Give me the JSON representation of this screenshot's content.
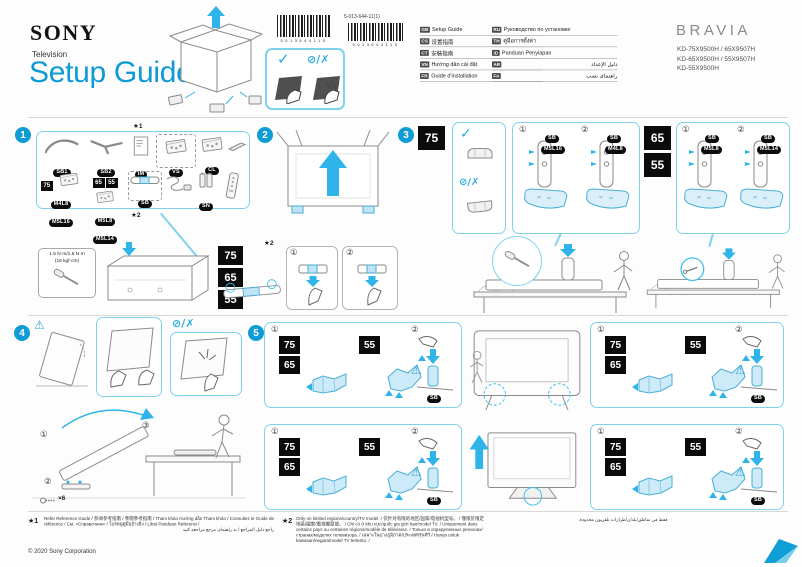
{
  "header": {
    "brand": "SONY",
    "product_type": "Television",
    "title": "Setup Guide",
    "doc_number": "5-013-644-11(1)",
    "barcode_left_digits": "5013644110",
    "barcode_right_digits": "5013644110",
    "bravia": "BRAVIA",
    "models": [
      "KD-75X9500H / 65X9507H",
      "KD-65X9500H / 55X9507H",
      "KD-55X9500H"
    ]
  },
  "icons": {
    "check": "✓",
    "prohibit_cross": "⊘/✗",
    "warning": "⚠"
  },
  "marks": {
    "star1": "★1",
    "star2": "★2",
    "times6": "×6"
  },
  "substeps": {
    "n1": "①",
    "n2": "②",
    "n3": "③"
  },
  "sizes": {
    "s75": "75",
    "s65": "65",
    "s55": "55"
  },
  "steps": {
    "s1": "1",
    "s2": "2",
    "s3": "3",
    "s4": "4",
    "s5": "5"
  },
  "languages": {
    "left": [
      {
        "code": "GB",
        "label": "Setup Guide"
      },
      {
        "code": "CS",
        "label": "设置指南"
      },
      {
        "code": "CT",
        "label": "安裝指南"
      },
      {
        "code": "VN",
        "label": "Hướng dẫn cài đặt"
      },
      {
        "code": "FR",
        "label": "Guide d'installation"
      }
    ],
    "right": [
      {
        "code": "RU",
        "label": "Руководство по установке"
      },
      {
        "code": "TH",
        "label": "คู่มือการตั้งค่า"
      },
      {
        "code": "ID",
        "label": "Panduan Penyiapan"
      },
      {
        "code": "AR",
        "label": "دليل الإعداد"
      },
      {
        "code": "FA",
        "label": "راهنمای نصب"
      }
    ]
  },
  "step1": {
    "parts": {
      "sb1": "SB1",
      "sb2": "SB2",
      "im": "IM",
      "vs": "VS",
      "cl": "CL",
      "sb": "SB",
      "sn": "SN",
      "screws75": [
        "M4L8",
        "M5L16"
      ],
      "screws6555": [
        "M5L8",
        "M5L14"
      ]
    },
    "torque_line1": "1.5 N·m/1.5 N·m",
    "torque_line2": "(15 kgf·cm)"
  },
  "step3": {
    "p75": {
      "sub1_part": "SB",
      "sub1_screw": "M5L16",
      "sub2_part": "SB",
      "sub2_screw": "M4L8"
    },
    "p6555": {
      "sub1_part": "SB",
      "sub1_screw": "M5L8",
      "sub2_part": "SB",
      "sub2_screw": "M5L14"
    }
  },
  "step5": {
    "cover_label": "SB"
  },
  "footnotes": {
    "f1_text": "Refer Reference Guide / 参阅参考指南 / 參閱參考指南 / Tham khảo Hướng dẫn Tham khảo / Consultez le Guide de référence / См. «Справочник» / โปรดดูคู่มืออ้างอิง / Lihat Panduan Referensi /",
    "f1_text_rtl": "راجع دليل المراجع / به راهنمای مرجع مراجعه کنید",
    "f2_text": "Only on limited regions/country/TV model. / 仅针对有限的地区/国家/电视机型号。 / 僅限於限定地區/國家/電視機型號。 / Chỉ có ở khu vực/quốc gia giới hạn/model TV. / Uniquement dans certains pays ou certaines régions/modèle de téléviseur. / Только в определенных регионах/странах/моделях телевизора. / เฉพาะในบางภูมิภาค/ประเทศ/รุ่นทีวี / Hanya untuk kawasan/negara/model TV tertentu. /",
    "f2_text_rtl": "فقط في مناطق/بلدان/طرازات تلفزيون محدودة.",
    "copyright": "© 2020 Sony Corporation"
  }
}
